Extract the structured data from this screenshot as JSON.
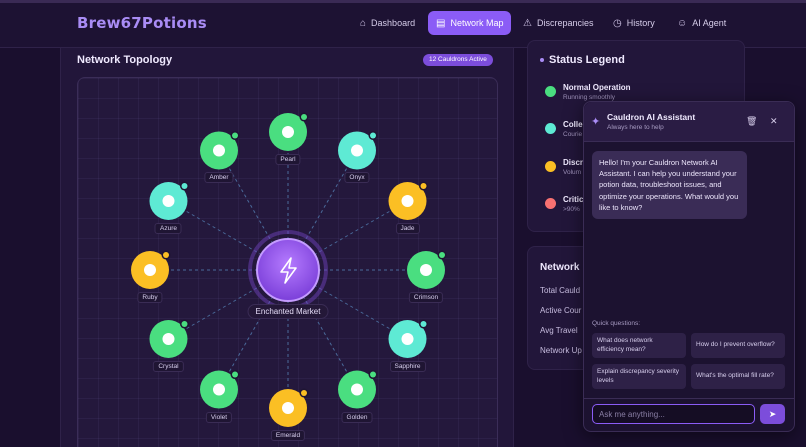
{
  "header": {
    "brand": "Brew67Potions",
    "nav": [
      {
        "label": "Dashboard",
        "icon": "home-icon",
        "active": false
      },
      {
        "label": "Network Map",
        "icon": "map-icon",
        "active": true
      },
      {
        "label": "Discrepancies",
        "icon": "warning-icon",
        "active": false
      },
      {
        "label": "History",
        "icon": "clock-icon",
        "active": false
      },
      {
        "label": "AI Agent",
        "icon": "robot-icon",
        "active": false
      }
    ]
  },
  "topology": {
    "title": "Network Topology",
    "badge": "12 Cauldrons Active",
    "hub_label": "Enchanted Market",
    "hub_icon": "lightning-icon",
    "nodes": [
      {
        "name": "Pearl",
        "status": "normal"
      },
      {
        "name": "Onyx",
        "status": "collecting"
      },
      {
        "name": "Jade",
        "status": "discrepancy"
      },
      {
        "name": "Crimson",
        "status": "normal"
      },
      {
        "name": "Sapphire",
        "status": "collecting"
      },
      {
        "name": "Golden",
        "status": "normal"
      },
      {
        "name": "Emerald",
        "status": "discrepancy"
      },
      {
        "name": "Violet",
        "status": "normal"
      },
      {
        "name": "Crystal",
        "status": "normal"
      },
      {
        "name": "Ruby",
        "status": "discrepancy"
      },
      {
        "name": "Azure",
        "status": "collecting"
      },
      {
        "name": "Amber",
        "status": "normal"
      }
    ]
  },
  "legend": {
    "title": "Status Legend",
    "items": [
      {
        "name": "Normal Operation",
        "desc": "Running smoothly",
        "color": "#4ade80"
      },
      {
        "name": "Colle",
        "desc": "Courie",
        "color": "#5eead4"
      },
      {
        "name": "Discr",
        "desc": "Volum",
        "color": "#fbbf24"
      },
      {
        "name": "Critic",
        "desc": ">90%",
        "color": "#f87171"
      }
    ]
  },
  "network": {
    "title": "Network",
    "rows": [
      "Total Cauld",
      "Active Cour",
      "Avg Travel",
      "Network Up"
    ]
  },
  "chat": {
    "title": "Cauldron AI Assistant",
    "subtitle": "Always here to help",
    "greeting": "Hello! I'm your Cauldron Network AI Assistant. I can help you understand your potion data, troubleshoot issues, and optimize your operations. What would you like to know?",
    "quick_label": "Quick questions:",
    "quick": [
      "What does network efficiency mean?",
      "How do I prevent overflow?",
      "Explain discrepancy severity levels",
      "What's the optimal fill rate?"
    ],
    "placeholder": "Ask me anything..."
  },
  "colors": {
    "normal": "#4ade80",
    "collecting": "#5eead4",
    "discrepancy": "#fbbf24",
    "critical": "#f87171",
    "accent": "#8b5cf6",
    "hub": "#9b5de5"
  }
}
